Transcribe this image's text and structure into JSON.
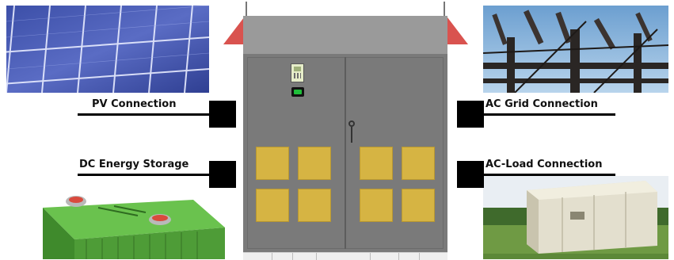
{
  "labels": {
    "pv": "PV Connection",
    "dc_storage": "DC Energy Storage",
    "ac_grid": "AC Grid Connection",
    "ac_load": "AC-Load Connection"
  },
  "colors": {
    "cabinet_body": "#7a7a7a",
    "cabinet_top": "#9a9a9a",
    "roof_accent": "#d9534f",
    "vent": "#d6b443",
    "indicator": "#1fbf3a",
    "port": "#000000"
  },
  "icons": {
    "solar_panel": "solar-panel-photo",
    "battery": "battery-photo",
    "substation": "substation-photo",
    "generator": "generator-photo"
  }
}
